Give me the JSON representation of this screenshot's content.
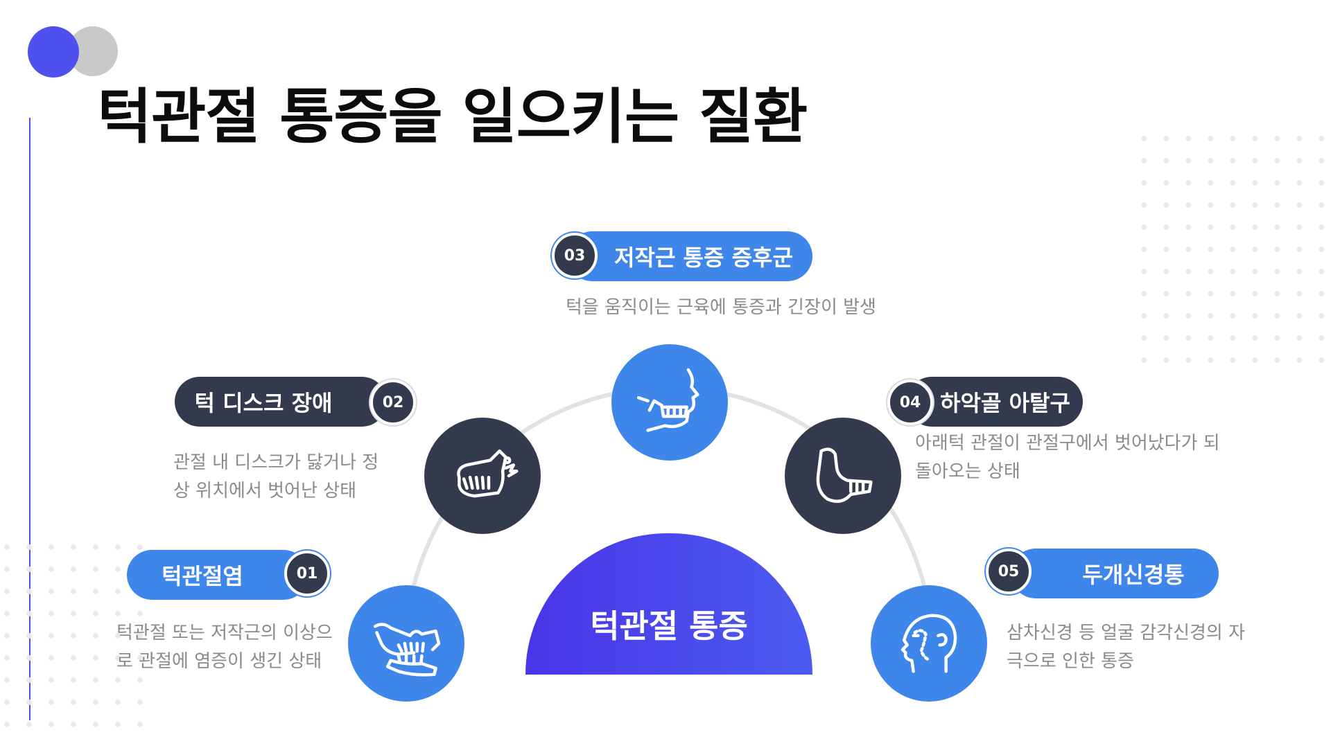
{
  "title": "턱관절 통증을 일으키는 질환",
  "hub": {
    "label": "턱관절 통증"
  },
  "items": [
    {
      "number": "01",
      "name": "턱관절염",
      "description": "턱관절 또는 저작근의 이상으로 관절에 염증이 생긴 상태",
      "icon": "jaw-bite-icon",
      "color": "#3f86ea"
    },
    {
      "number": "02",
      "name": "턱 디스크 장애",
      "description": "관절 내 디스크가 닳거나 정상 위치에서 벗어난 상태",
      "icon": "jaw-pain-icon",
      "color": "#343a4e"
    },
    {
      "number": "03",
      "name": "저작근 통증 증후군",
      "description": "턱을 움직이는 근육에 통증과 긴장이 발생",
      "icon": "face-profile-teeth-icon",
      "color": "#3f86ea"
    },
    {
      "number": "04",
      "name": "하악골 아탈구",
      "description": "아래턱 관절이 관절구에서 벗어났다가 되돌아오는 상태",
      "icon": "mandible-icon",
      "color": "#343a4e"
    },
    {
      "number": "05",
      "name": "두개신경통",
      "description": "삼차신경 등 얼굴 감각신경의 자극으로 인한 통증",
      "icon": "head-nerve-icon",
      "color": "#3f86ea"
    }
  ],
  "colors": {
    "accent": "#4f51ee",
    "blue": "#3f86ea",
    "dark": "#343a4e",
    "text_muted": "#8a8a8a"
  }
}
